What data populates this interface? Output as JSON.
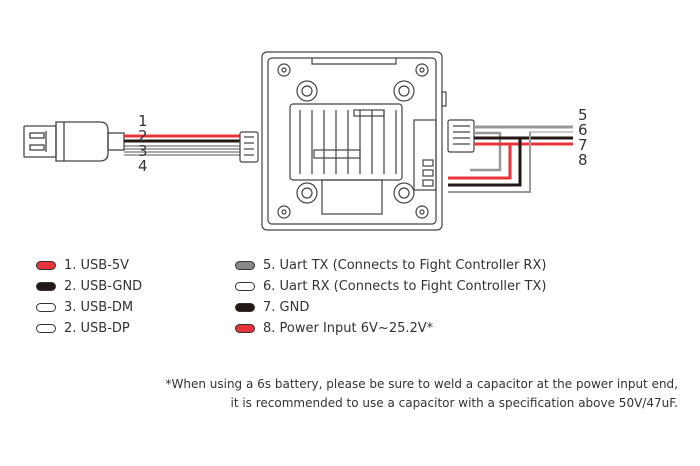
{
  "usb_pin_labels": [
    "1",
    "2",
    "3",
    "4"
  ],
  "fc_pin_labels": [
    "5",
    "6",
    "7",
    "8"
  ],
  "legend_left": [
    {
      "label": "1. USB-5V",
      "fill": "#e8333a"
    },
    {
      "label": "2. USB-GND",
      "fill": "#231815"
    },
    {
      "label": "3. USB-DM",
      "fill": "#ffffff"
    },
    {
      "label": "2. USB-DP",
      "fill": "#ffffff"
    }
  ],
  "legend_right": [
    {
      "label": "5. Uart TX (Connects to Fight Controller RX)",
      "fill": "#888888"
    },
    {
      "label": "6. Uart RX (Connects to Fight Controller TX)",
      "fill": "#ffffff"
    },
    {
      "label": "7. GND",
      "fill": "#231815"
    },
    {
      "label": "8. Power Input 6V~25.2V*",
      "fill": "#e8333a"
    }
  ],
  "note": {
    "line1": "*When using a 6s battery, please be sure to weld a capacitor at the power input end,",
    "line2": "it is recommended to use a capacitor with a specification above 50V/47uF."
  }
}
